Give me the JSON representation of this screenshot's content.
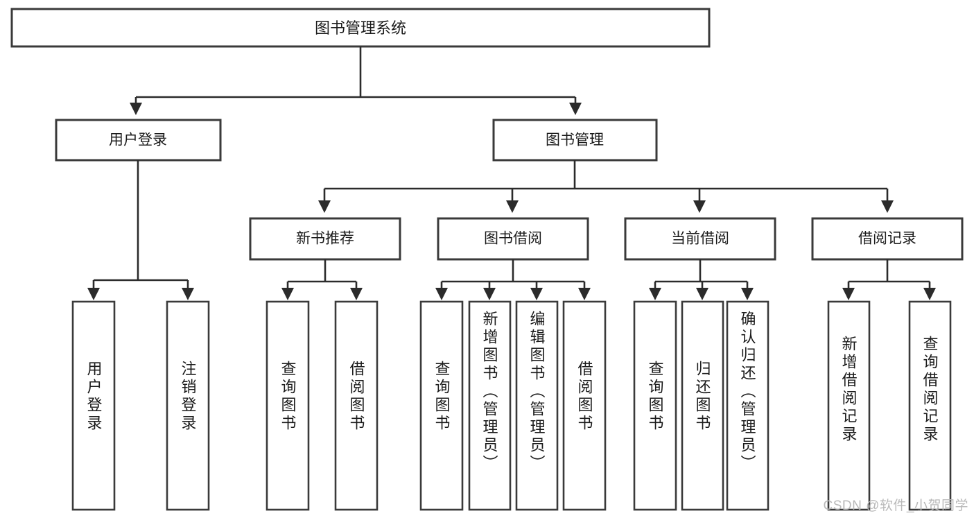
{
  "diagram": {
    "type": "tree",
    "title": "图书管理系统",
    "orientation": "top-down",
    "root": {
      "id": "root",
      "label": "图书管理系统"
    },
    "level1": [
      {
        "id": "user-login",
        "label": "用户登录"
      },
      {
        "id": "book-manage",
        "label": "图书管理"
      }
    ],
    "level2": [
      {
        "id": "new-book-recommend",
        "label": "新书推荐",
        "parent": "book-manage"
      },
      {
        "id": "book-borrow",
        "label": "图书借阅",
        "parent": "book-manage"
      },
      {
        "id": "current-borrow",
        "label": "当前借阅",
        "parent": "book-manage"
      },
      {
        "id": "borrow-record",
        "label": "借阅记录",
        "parent": "book-manage"
      }
    ],
    "leaves": [
      {
        "id": "leaf-user-login",
        "label": "用户登录",
        "parent": "user-login"
      },
      {
        "id": "leaf-user-logout",
        "label": "注销登录",
        "parent": "user-login"
      },
      {
        "id": "leaf-query-book-1",
        "label": "查询图书",
        "parent": "new-book-recommend"
      },
      {
        "id": "leaf-borrow-book-1",
        "label": "借阅图书",
        "parent": "new-book-recommend"
      },
      {
        "id": "leaf-query-book-2",
        "label": "查询图书",
        "parent": "book-borrow"
      },
      {
        "id": "leaf-add-book",
        "label": "新增图书（管理员）",
        "parent": "book-borrow"
      },
      {
        "id": "leaf-edit-book",
        "label": "编辑图书（管理员）",
        "parent": "book-borrow"
      },
      {
        "id": "leaf-borrow-book-2",
        "label": "借阅图书",
        "parent": "book-borrow"
      },
      {
        "id": "leaf-query-book-3",
        "label": "查询图书",
        "parent": "current-borrow"
      },
      {
        "id": "leaf-return-book",
        "label": "归还图书",
        "parent": "current-borrow"
      },
      {
        "id": "leaf-confirm-return",
        "label": "确认归还（管理员）",
        "parent": "current-borrow"
      },
      {
        "id": "leaf-add-record",
        "label": "新增借阅记录",
        "parent": "borrow-record"
      },
      {
        "id": "leaf-query-record",
        "label": "查询借阅记录",
        "parent": "borrow-record"
      }
    ]
  },
  "watermark": {
    "text": "CSDN @软件_小贺同学"
  },
  "colors": {
    "background": "#ffffff",
    "box_fill": "#ffffff",
    "box_stroke": "#3a3a3a",
    "line": "#2b2b2b",
    "text": "#1b1b1b",
    "watermark": "#b9b9b9"
  }
}
